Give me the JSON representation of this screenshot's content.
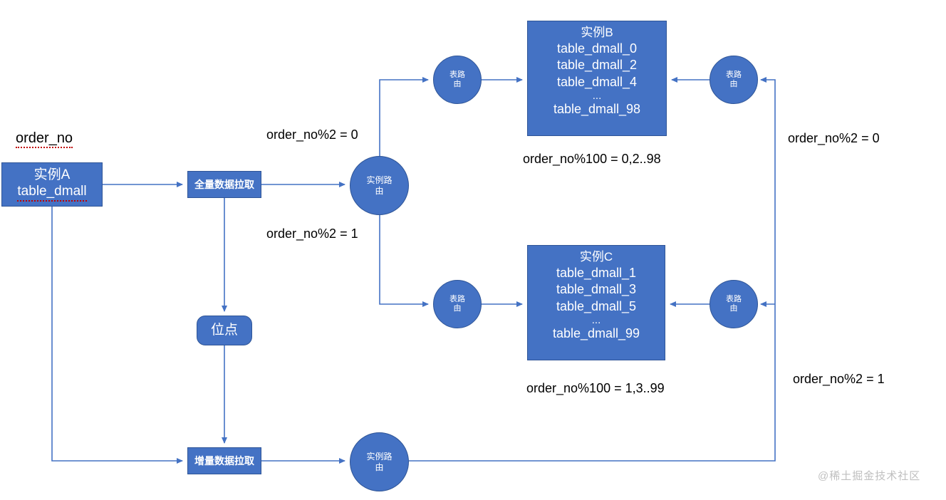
{
  "diagram": {
    "title_label": "order_no",
    "nodes": {
      "instance_a": {
        "title": "实例A",
        "table": "table_dmall"
      },
      "full_pull": {
        "label": "全量数据拉取"
      },
      "incr_pull": {
        "label": "增量数据拉取"
      },
      "offset": {
        "label": "位点"
      },
      "instance_route_top": {
        "line1": "实例路",
        "line2": "由"
      },
      "instance_route_bottom": {
        "line1": "实例路",
        "line2": "由"
      },
      "table_route_b_left": {
        "line1": "表路",
        "line2": "由"
      },
      "table_route_b_right": {
        "line1": "表路",
        "line2": "由"
      },
      "table_route_c_left": {
        "line1": "表路",
        "line2": "由"
      },
      "table_route_c_right": {
        "line1": "表路",
        "line2": "由"
      },
      "instance_b": {
        "title": "实例B",
        "tables": [
          "table_dmall_0",
          "table_dmall_2",
          "table_dmall_4"
        ],
        "ellipsis": "...",
        "last_table": "table_dmall_98"
      },
      "instance_c": {
        "title": "实例C",
        "tables": [
          "table_dmall_1",
          "table_dmall_3",
          "table_dmall_5"
        ],
        "ellipsis": "...",
        "last_table": "table_dmall_99"
      }
    },
    "captions": {
      "mod2_zero_middle": "order_no%2 = 0",
      "mod2_one_middle": "order_no%2 = 1",
      "mod100_even": "order_no%100 = 0,2..98",
      "mod100_odd": "order_no%100 = 1,3..99",
      "mod2_zero_right": "order_no%2 = 0",
      "mod2_one_right": "order_no%2 = 1"
    },
    "watermark": "@稀土掘金技术社区",
    "colors": {
      "node_fill": "#4472C4",
      "node_stroke": "#2F5597",
      "wire": "#4472C4",
      "text_on_node": "#FFFFFF",
      "caption_text": "#000000",
      "spellcheck_underline": "#C00000",
      "watermark_text": "#BFBFBF",
      "background": "#FFFFFF"
    }
  }
}
